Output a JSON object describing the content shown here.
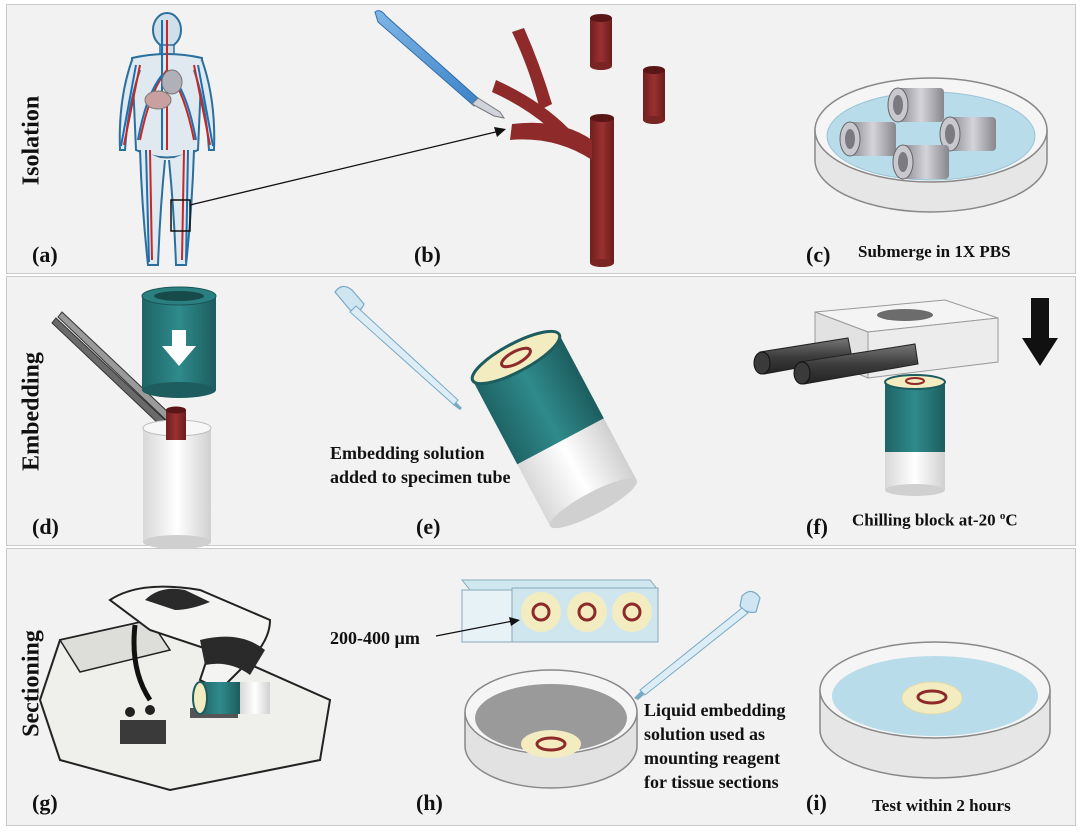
{
  "rows": [
    {
      "label": "Isolation"
    },
    {
      "label": "Embedding"
    },
    {
      "label": "Sectioning"
    }
  ],
  "panels": {
    "a": {
      "tag": "(a)"
    },
    "b": {
      "tag": "(b)"
    },
    "c": {
      "tag": "(c)",
      "caption": "Submerge in 1X PBS"
    },
    "d": {
      "tag": "(d)"
    },
    "e": {
      "tag": "(e)",
      "caption_line1": "Embedding solution",
      "caption_line2": "added to specimen tube"
    },
    "f": {
      "tag": "(f)",
      "caption_prefix": "Chilling block at-20 ",
      "caption_degree": "o",
      "caption_suffix": "C"
    },
    "g": {
      "tag": "(g)"
    },
    "h": {
      "tag": "(h)",
      "thickness": "200-400 µm",
      "note_line1": "Liquid embedding",
      "note_line2": "solution used as",
      "note_line3": "mounting reagent",
      "note_line4": "for tissue sections"
    },
    "i": {
      "tag": "(i)",
      "caption": "Test within 2 hours"
    }
  },
  "colors": {
    "vessel": "#8e2a2a",
    "teal": "#2a7f80",
    "pbs": "#b9dcea",
    "panel_bg": "#f2f2f2",
    "embed": "#f3ecc0"
  }
}
